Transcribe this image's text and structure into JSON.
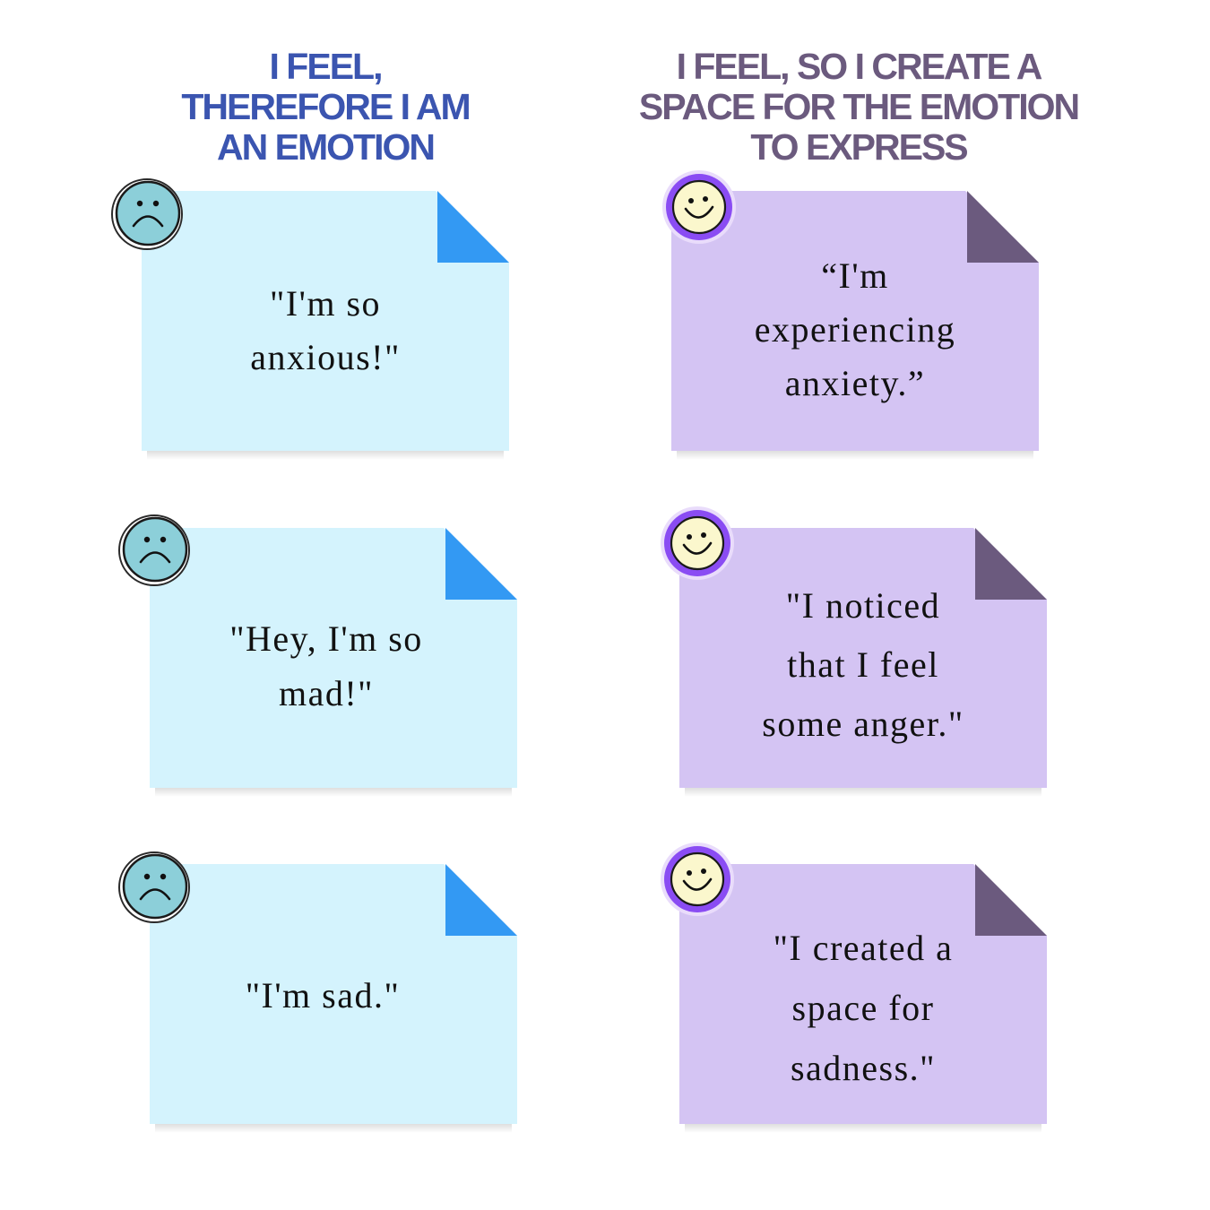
{
  "headings": {
    "left": [
      "I FEEL,",
      "THEREFORE I AM",
      "AN EMOTION"
    ],
    "right": [
      "I FEEL, SO I CREATE A",
      "SPACE FOR THE EMOTION",
      "TO EXPRESS"
    ]
  },
  "left_notes": [
    {
      "icon": "sad-face-icon",
      "lines": [
        "\"I'm so",
        "anxious!\""
      ]
    },
    {
      "icon": "sad-face-icon",
      "lines": [
        "\"Hey, I'm so",
        "mad!\""
      ]
    },
    {
      "icon": "sad-face-icon",
      "lines": [
        "\"I'm sad.\""
      ]
    }
  ],
  "right_notes": [
    {
      "icon": "happy-face-icon",
      "lines": [
        "“I'm",
        "experiencing",
        "anxiety.”"
      ]
    },
    {
      "icon": "happy-face-icon",
      "lines": [
        "\"I noticed",
        "that I feel",
        "some anger.\""
      ]
    },
    {
      "icon": "happy-face-icon",
      "lines": [
        "\"I created a",
        "space for",
        "sadness.\""
      ]
    }
  ],
  "colors": {
    "left_heading": "#3b55b0",
    "right_heading": "#6b5a7e",
    "left_note": "#d4f3fd",
    "left_fold": "#3399f3",
    "right_note": "#d4c4f3",
    "right_fold": "#6b5a7e",
    "sad_face": "#8ccfd9",
    "happy_face": "#fbf7cd",
    "happy_ring": "#8a4cf3"
  }
}
